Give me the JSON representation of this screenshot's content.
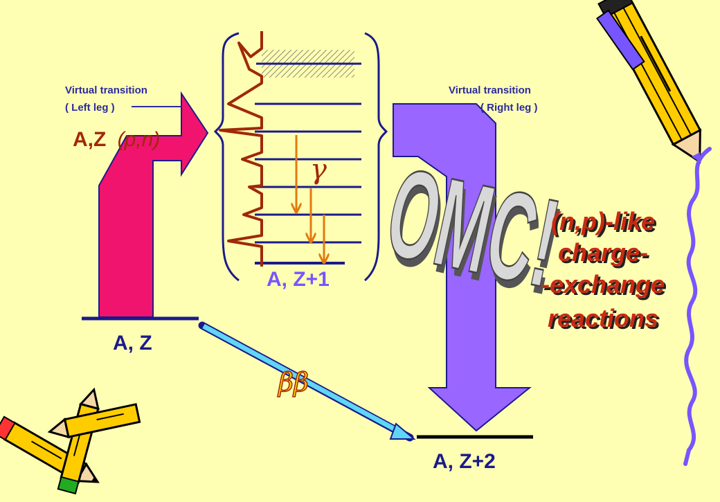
{
  "labels": {
    "left_leg_line1": "Virtual transition",
    "left_leg_line2": "( Left leg )",
    "right_leg_line1": "Virtual transition",
    "right_leg_line2": "( Right leg )",
    "pn_prefix": "A,Z",
    "pn_reaction": "(p,n)",
    "gamma": "γ",
    "intermediate": "A, Z+1",
    "initial": "A, Z",
    "final": "A, Z+2",
    "double_beta": "ββ",
    "omc_word": "OMC!",
    "np_line1": "(n,p)-like",
    "np_line2": "charge-",
    "np_line3": "-exchange",
    "np_line4": "reactions"
  },
  "colors": {
    "background": "#ffffb3",
    "left_arrow": "#f0146e",
    "right_arrow": "#9966ff",
    "navy": "#1a1a8c",
    "blue_text": "#2a2aa0",
    "dark_red": "#a0280a",
    "orange": "#e07a10",
    "cyan_arrow": "#5fd6f5",
    "np_text": "#c82a12",
    "wavy_purple": "#7755ff"
  }
}
